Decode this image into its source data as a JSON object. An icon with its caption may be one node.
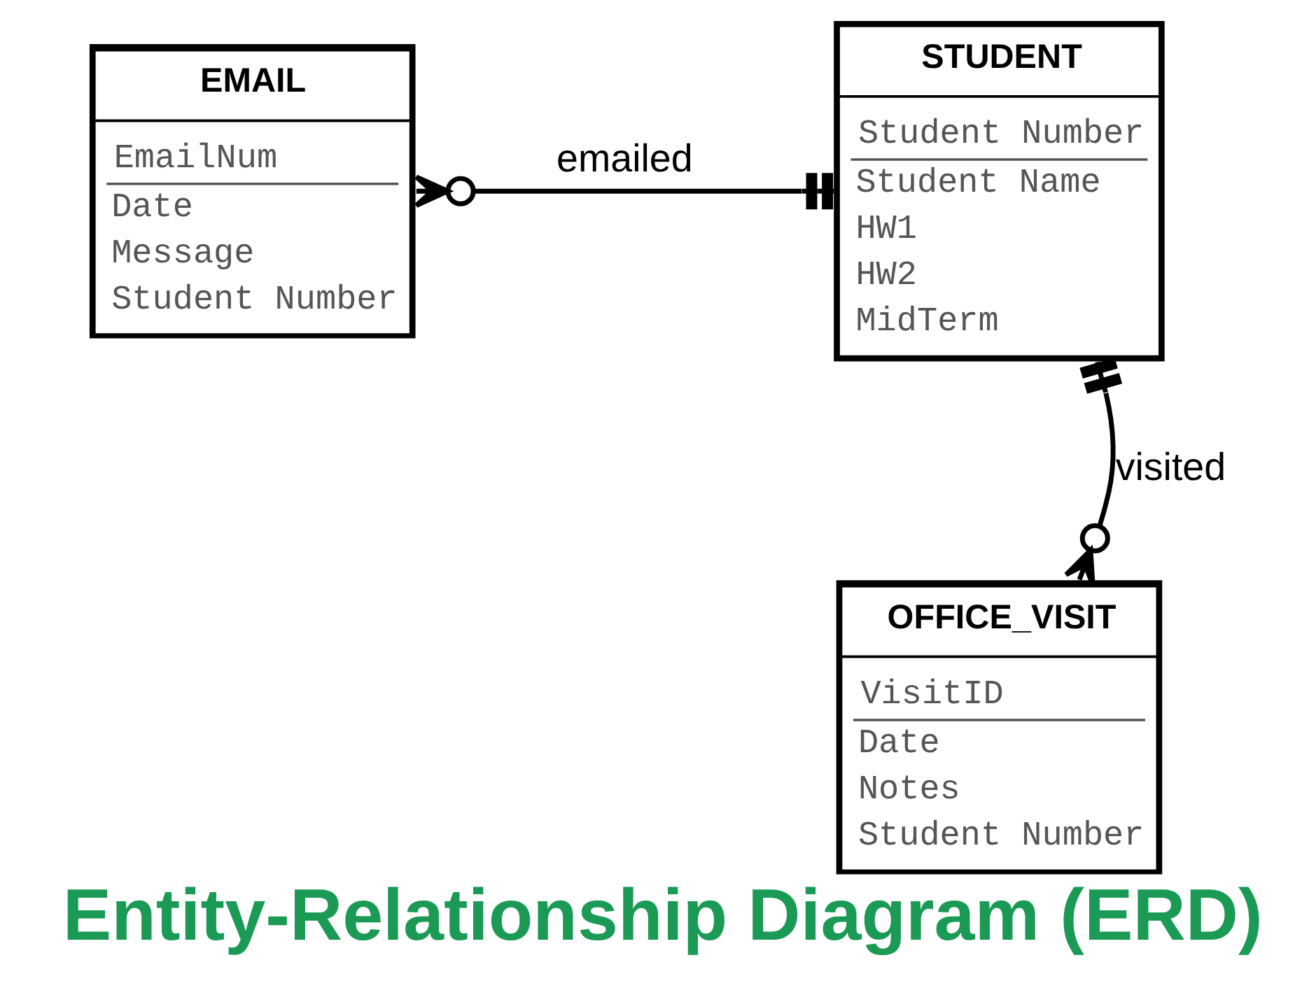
{
  "diagram": {
    "title": "Entity-Relationship Diagram (ERD)",
    "nodes": [
      {
        "text": [
          "EMAIL",
          "EmailNum",
          "Date",
          "Message",
          "Student Number"
        ]
      },
      {
        "text": [
          "STUDENT",
          "Student Number",
          "Student Name",
          "HW1",
          "HW2",
          "MidTerm"
        ]
      },
      {
        "text": [
          "OFFICE_VISIT",
          "VisitID",
          "Date",
          "Notes",
          "Student Number"
        ]
      }
    ],
    "edges": [
      {
        "from": 0,
        "to": 1,
        "arrow": "other",
        "label": "emailed"
      },
      {
        "from": 2,
        "to": 1,
        "arrow": "other",
        "label": "visited"
      }
    ]
  }
}
